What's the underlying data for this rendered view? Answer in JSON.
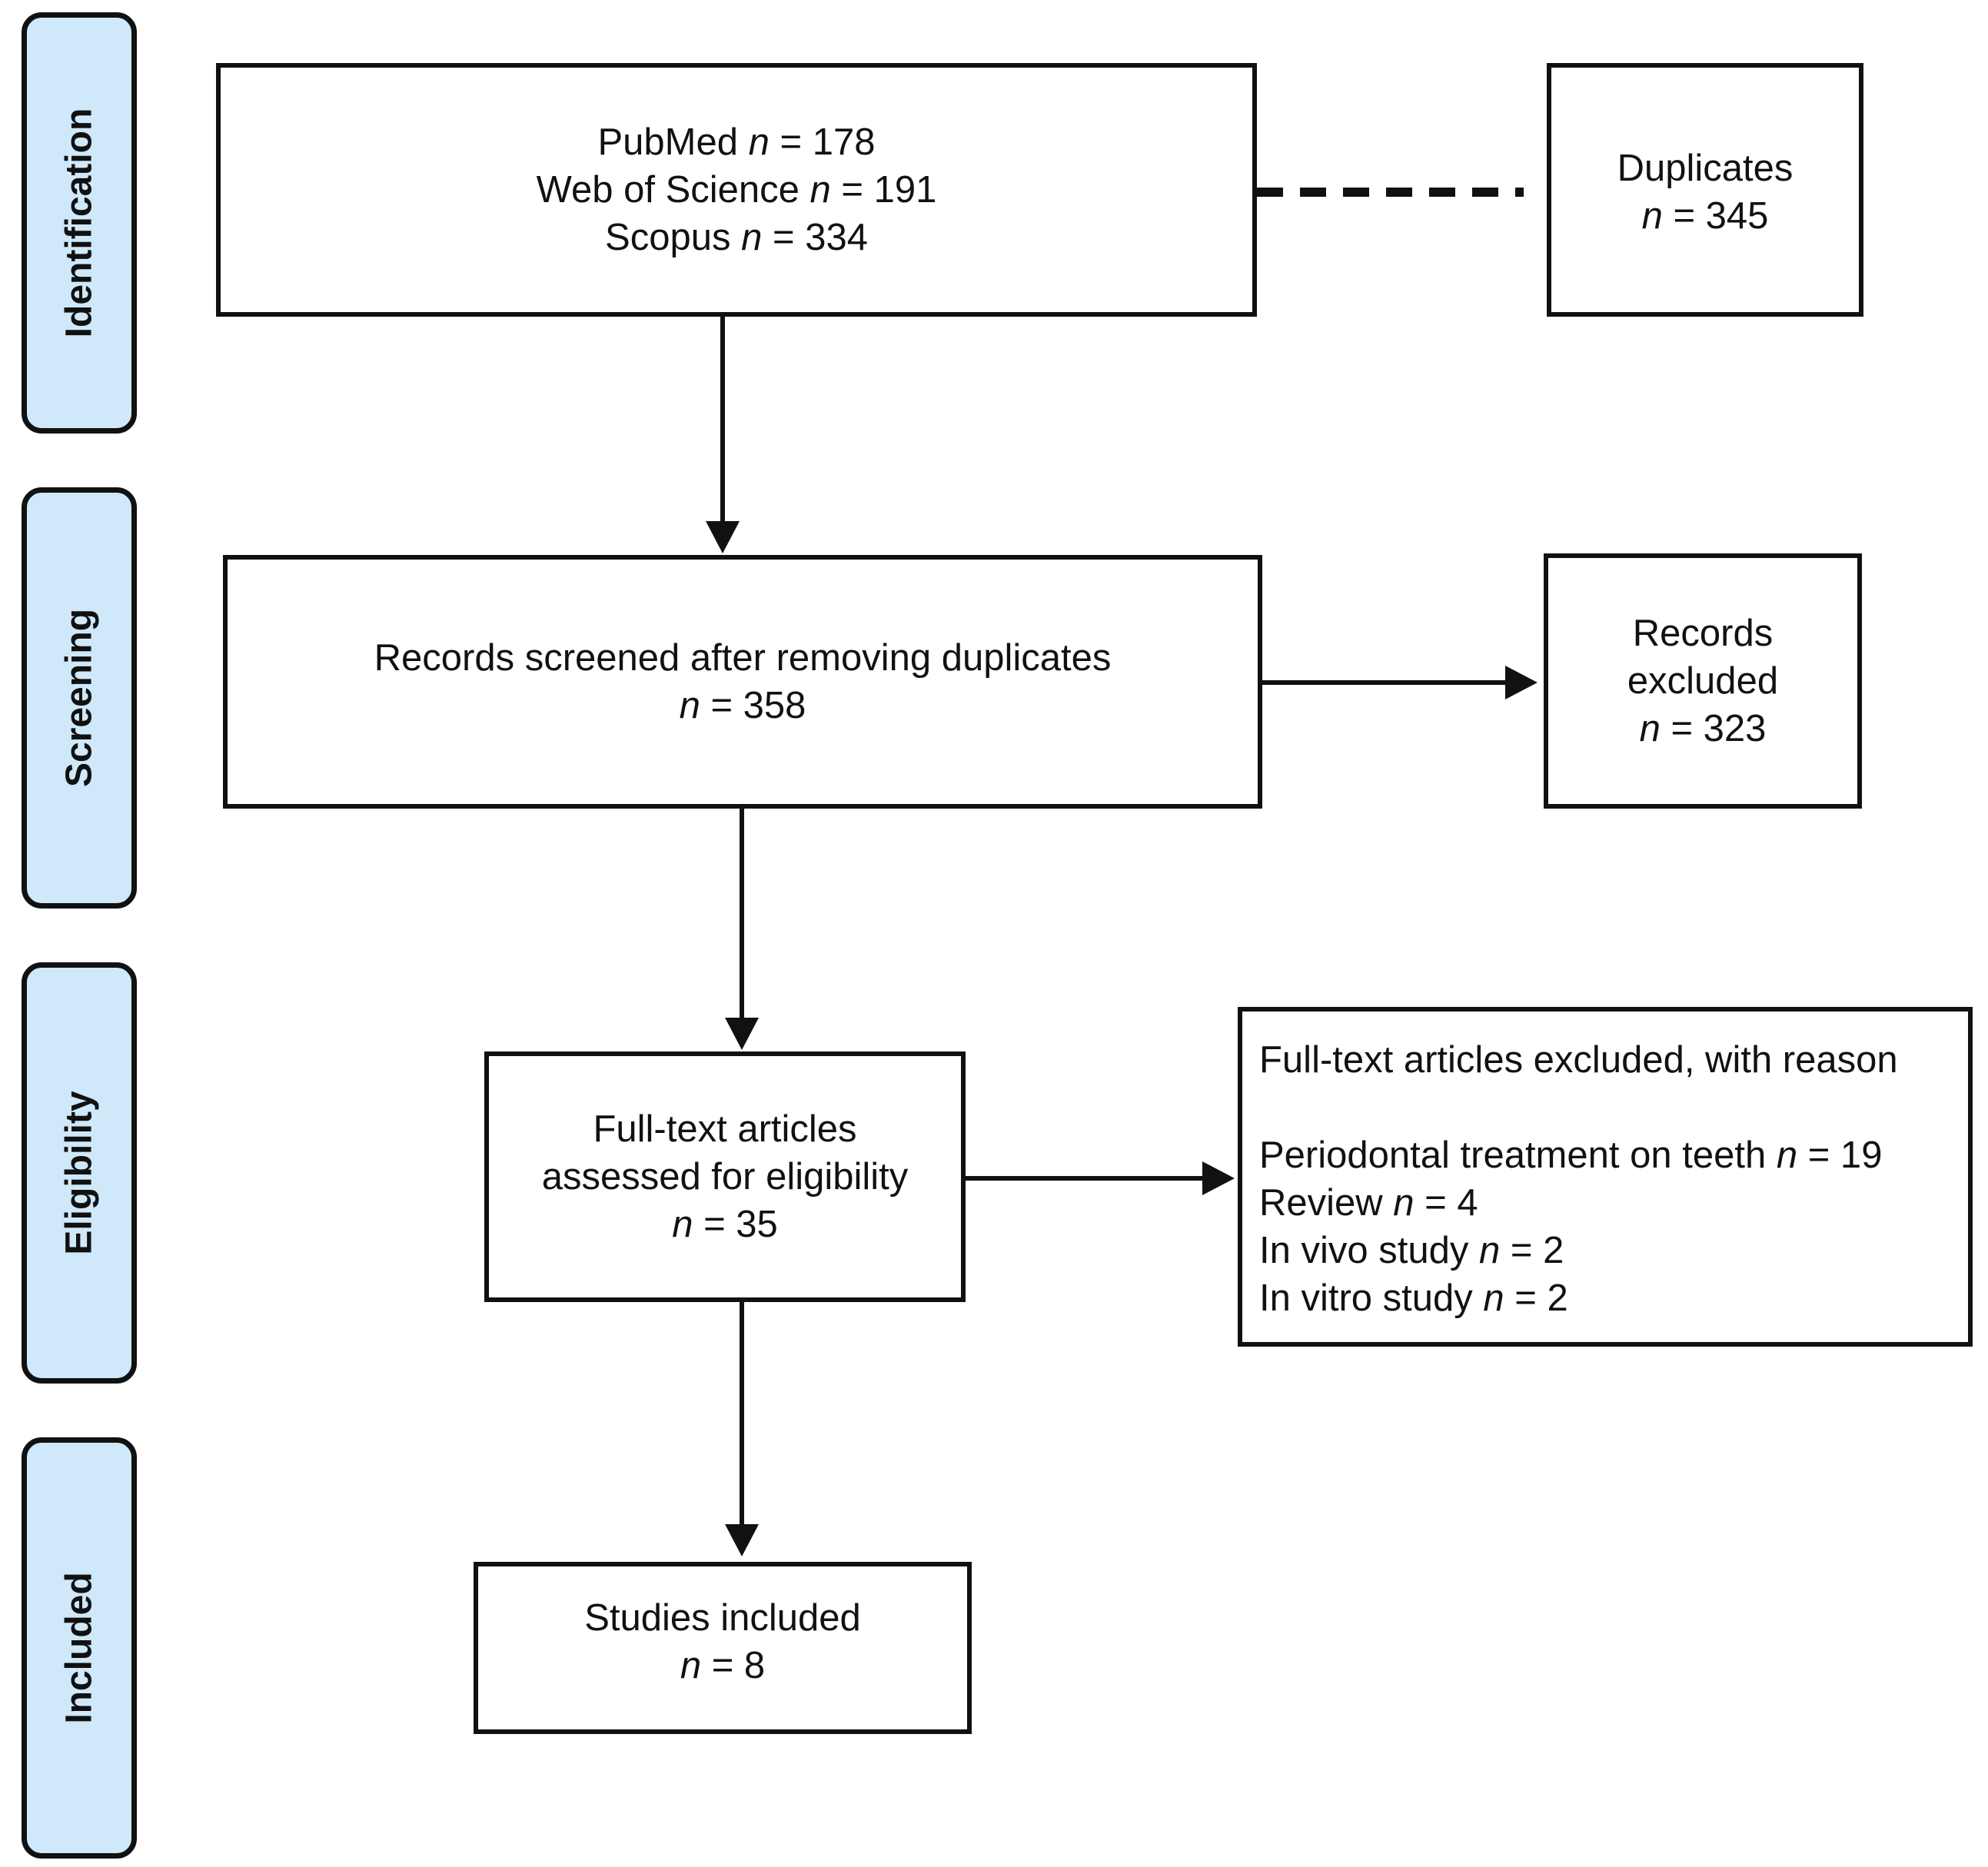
{
  "phases": {
    "identification": "Identification",
    "screening": "Screening",
    "eligibility": "Eligibility",
    "included": "Included"
  },
  "identification_box": {
    "line1": {
      "pre": "PubMed ",
      "n": "n",
      "post": " = 178"
    },
    "line2": {
      "pre": "Web of Science ",
      "n": "n",
      "post": " = 191"
    },
    "line3": {
      "pre": "Scopus ",
      "n": "n",
      "post": " = 334"
    }
  },
  "duplicates_box": {
    "title": "Duplicates",
    "n": "n",
    "count": " = 345"
  },
  "screened_box": {
    "title": "Records screened after removing duplicates",
    "n": "n",
    "count": " = 358"
  },
  "excluded_box": {
    "line1": "Records",
    "line2": "excluded",
    "n": "n",
    "count": " = 323"
  },
  "fulltext_box": {
    "line1": "Full-text articles",
    "line2": "assessed for eligibility",
    "n": "n",
    "count": " = 35"
  },
  "reasons_box": {
    "title": "Full-text articles excluded, with reason",
    "items": [
      {
        "label": "Periodontal treatment on teeth ",
        "n": "n",
        "count": " = 19"
      },
      {
        "label": "Review ",
        "n": "n",
        "count": " = 4"
      },
      {
        "label": "In vivo study ",
        "n": "n",
        "count": " = 2"
      },
      {
        "label": "In vitro study ",
        "n": "n",
        "count": " = 2"
      }
    ]
  },
  "included_box": {
    "title": "Studies included",
    "n": "n",
    "count": " = 8"
  },
  "colors": {
    "phase_fill": "#cfe8fa",
    "stroke": "#111111",
    "background": "#ffffff"
  }
}
